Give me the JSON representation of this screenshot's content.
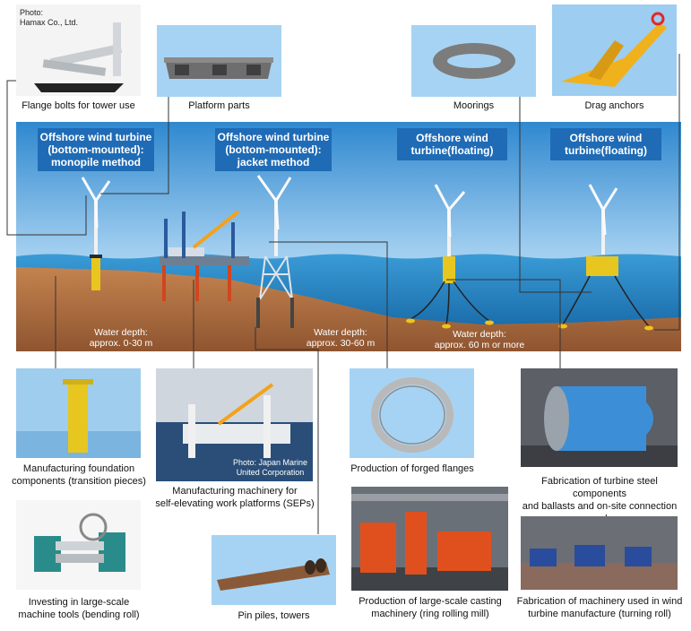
{
  "top_captions": {
    "flange_bolts": "Flange bolts for tower use",
    "platform_parts": "Platform parts",
    "moorings": "Moorings",
    "drag_anchors": "Drag anchors"
  },
  "photo_credits": {
    "hamax": "Photo:\nHamax Co., Ltd.",
    "japan_marine": "Photo: Japan Marine\nUnited Corporation"
  },
  "banners": {
    "monopile": "Offshore wind turbine\n(bottom-mounted):\nmonopile method",
    "jacket": "Offshore wind turbine\n(bottom-mounted):\njacket method",
    "floating1": "Offshore wind\nturbine(floating)",
    "floating2": "Offshore wind\nturbine(floating)"
  },
  "water_depths": {
    "shallow": "Water depth:\napprox. 0-30 m",
    "mid": "Water depth:\napprox. 30-60 m",
    "deep": "Water depth:\napprox. 60 m or more"
  },
  "bottom_captions": {
    "foundation": "Manufacturing foundation\ncomponents (transition pieces)",
    "sep": "Manufacturing machinery for\nself-elevating work platforms (SEPs)",
    "forged_flanges": "Production of forged flanges",
    "steel_components": "Fabrication of turbine steel components\nand ballasts and on-site connection work",
    "bending_roll": "Investing in large-scale\nmachine tools (bending roll)",
    "pin_piles": "Pin piles, towers",
    "ring_rolling": "Production of large-scale casting\nmachinery (ring rolling mill)",
    "turning_roll": "Fabrication of machinery used in wind\nturbine manufacture (turning roll)"
  },
  "colors": {
    "sky_top": "#2f88cf",
    "sky_bottom": "#cfe7f7",
    "seabed": "#b87443",
    "banner": "#1f6bb5",
    "foundation_yellow": "#e7c620"
  }
}
